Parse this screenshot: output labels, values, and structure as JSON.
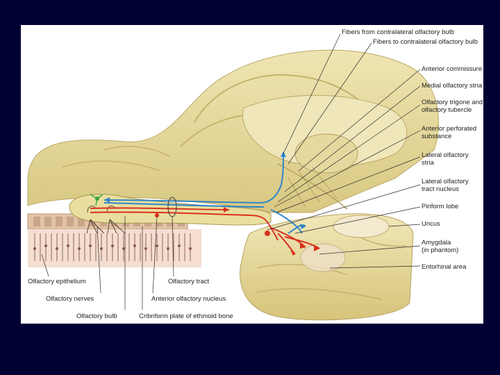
{
  "labels_right": [
    {
      "id": "fibers-from",
      "lines": [
        "Fibers from contralateral olfactory bulb"
      ]
    },
    {
      "id": "fibers-to",
      "lines": [
        "Fibers to contralateral olfactory bulb"
      ]
    },
    {
      "id": "anterior-commissure",
      "lines": [
        "Anterior commissure"
      ]
    },
    {
      "id": "medial-stria",
      "lines": [
        "Medial olfactory stria"
      ]
    },
    {
      "id": "trigone",
      "lines": [
        "Olfactory trigone and",
        "olfactory tubercle"
      ]
    },
    {
      "id": "perforated",
      "lines": [
        "Anterior perforated",
        "substance"
      ]
    },
    {
      "id": "lateral-stria",
      "lines": [
        "Lateral olfactory",
        "stria"
      ]
    },
    {
      "id": "lateral-nucleus",
      "lines": [
        "Lateral olfactory",
        "tract nucleus"
      ]
    },
    {
      "id": "piriform",
      "lines": [
        "Piriform lobe"
      ]
    },
    {
      "id": "uncus",
      "lines": [
        "Uncus"
      ]
    },
    {
      "id": "amygdala",
      "lines": [
        "Amygdala",
        "(in phantom)"
      ]
    },
    {
      "id": "entorhinal",
      "lines": [
        "Entorhinal area"
      ]
    }
  ],
  "labels_bottom": [
    {
      "id": "epithelium",
      "text": "Olfactory epithelium"
    },
    {
      "id": "nerves",
      "text": "Olfactory nerves"
    },
    {
      "id": "bulb",
      "text": "Olfactory bulb"
    },
    {
      "id": "tract",
      "text": "Olfactory tract"
    },
    {
      "id": "anterior-nucleus",
      "text": "Anterior olfactory nucleus"
    },
    {
      "id": "cribriform",
      "text": "Cribriform plate of ethmoid bone"
    }
  ],
  "colors": {
    "background": "#000033",
    "panel": "#ffffff",
    "tissue": "#e8dc9c",
    "tissue_dark": "#c9b870",
    "tissue_light": "#f4ecc2",
    "bone": "#e2c3a6",
    "efferent_blue": "#2f86c8",
    "afferent_red": "#d8321e",
    "neuron_green": "#3aa23a"
  }
}
